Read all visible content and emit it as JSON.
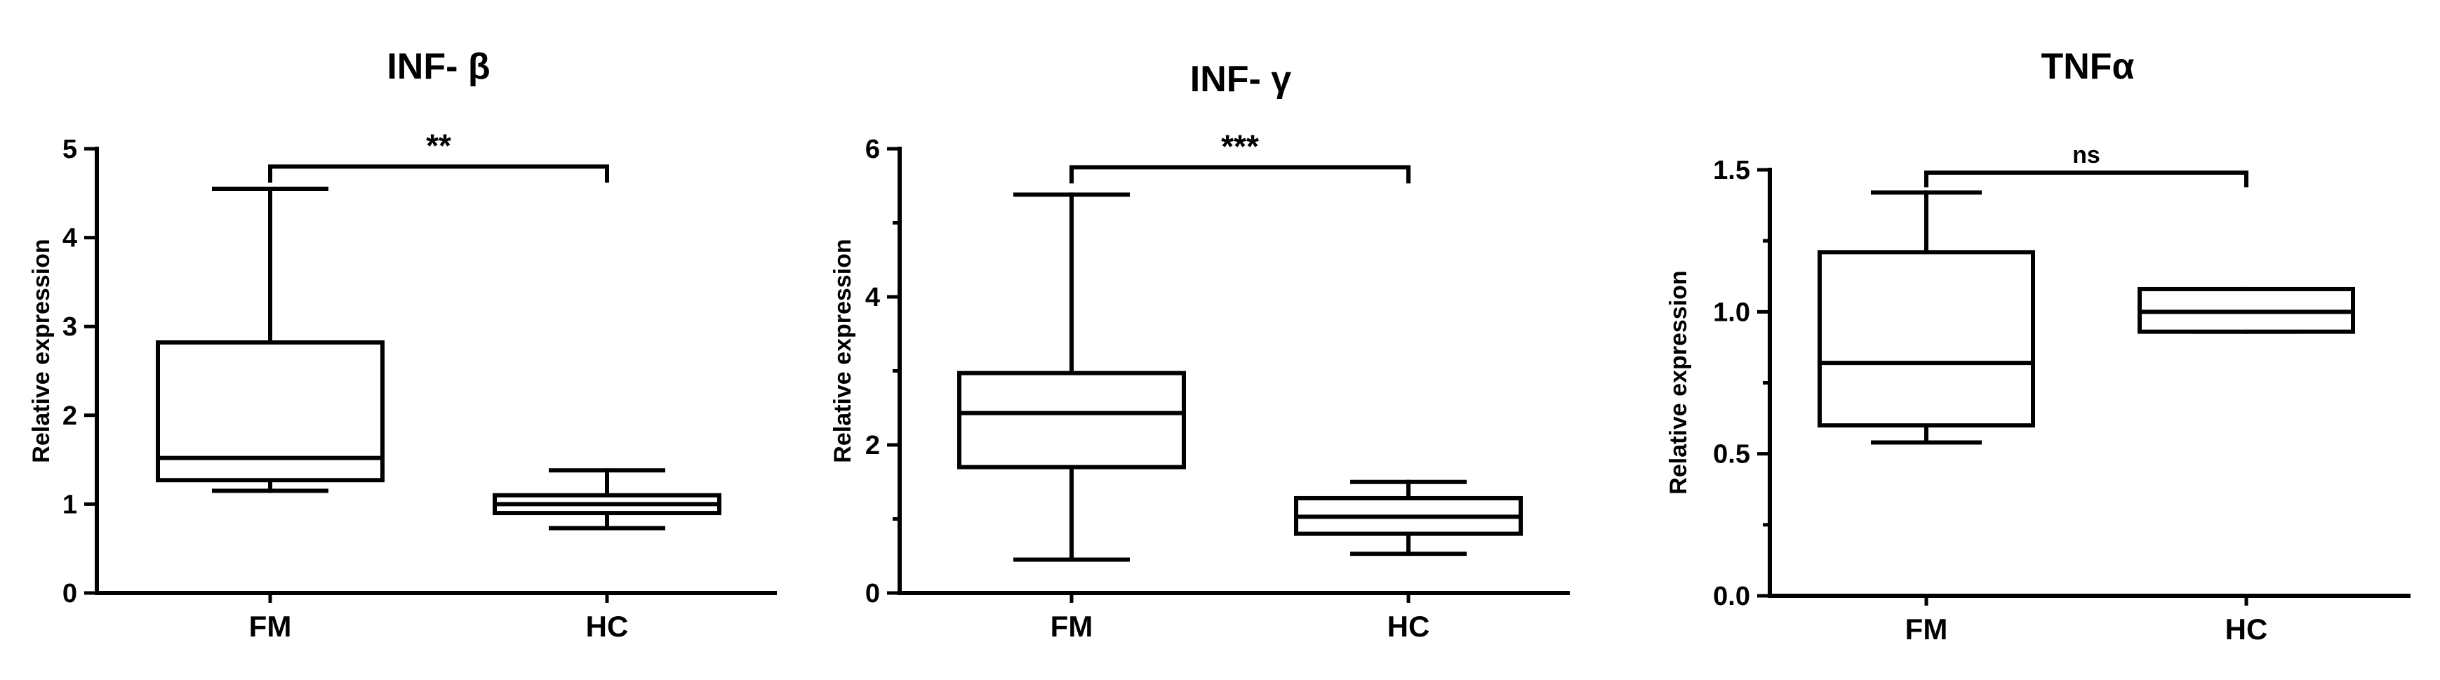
{
  "chart_data": [
    {
      "type": "box",
      "title": "INF- β",
      "ylabel": "Relative expression",
      "xlabel": "",
      "ylim": [
        0,
        5
      ],
      "yticks": [
        "0",
        "1",
        "2",
        "3",
        "4",
        "5"
      ],
      "categories": [
        "FM",
        "HC"
      ],
      "boxes": [
        {
          "category": "FM",
          "min": 1.15,
          "q1": 1.27,
          "median": 1.52,
          "q3": 2.82,
          "max": 4.55
        },
        {
          "category": "HC",
          "min": 0.73,
          "q1": 0.9,
          "median": 1.0,
          "q3": 1.1,
          "max": 1.38
        }
      ],
      "significance": {
        "label": "**",
        "between": [
          "FM",
          "HC"
        ],
        "y": 4.8
      }
    },
    {
      "type": "box",
      "title": "INF- γ",
      "ylabel": "Relative expression",
      "xlabel": "",
      "ylim": [
        0,
        6
      ],
      "yticks": [
        "0",
        "2",
        "4",
        "6"
      ],
      "minor_ticks": [
        1,
        3,
        5
      ],
      "categories": [
        "FM",
        "HC"
      ],
      "boxes": [
        {
          "category": "FM",
          "min": 0.45,
          "q1": 1.7,
          "median": 2.43,
          "q3": 2.97,
          "max": 5.38
        },
        {
          "category": "HC",
          "min": 0.53,
          "q1": 0.8,
          "median": 1.03,
          "q3": 1.28,
          "max": 1.5
        }
      ],
      "significance": {
        "label": "***",
        "between": [
          "FM",
          "HC"
        ],
        "y": 5.75
      }
    },
    {
      "type": "box",
      "title": "TNFα",
      "ylabel": "Relative expression",
      "xlabel": "",
      "ylim": [
        0,
        1.5
      ],
      "yticks": [
        "0.0",
        "0.5",
        "1.0",
        "1.5"
      ],
      "minor_ticks": [
        0.25,
        0.75,
        1.25
      ],
      "categories": [
        "FM",
        "HC"
      ],
      "boxes": [
        {
          "category": "FM",
          "min": 0.54,
          "q1": 0.6,
          "median": 0.82,
          "q3": 1.21,
          "max": 1.42
        },
        {
          "category": "HC",
          "min": 0.93,
          "q1": 0.93,
          "median": 1.0,
          "q3": 1.08,
          "max": 1.08
        }
      ],
      "significance": {
        "label": "ns",
        "between": [
          "FM",
          "HC"
        ],
        "y": 1.49
      }
    }
  ]
}
